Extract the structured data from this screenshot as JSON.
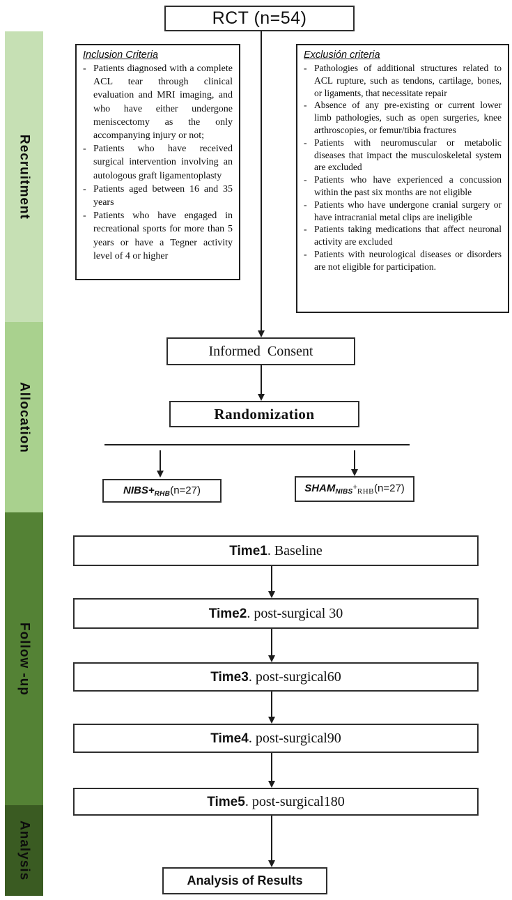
{
  "sidebar": {
    "bands": [
      {
        "label": "Recruitment",
        "color": "#c6e0b4"
      },
      {
        "label": "Allocation",
        "color": "#a9d18e"
      },
      {
        "label": "Follow -up",
        "color": "#548235"
      },
      {
        "label": "Analysis",
        "color": "#3a5b22"
      }
    ]
  },
  "flow": {
    "rct_label": "RCT (n=54)",
    "consent_label": "Informed Consent",
    "randomization_label": "Randomization",
    "arms": {
      "nibs": {
        "main": "NIBS+",
        "sub": "RHB",
        "rest": "(n=27)"
      },
      "sham": {
        "main": "SHAM",
        "sub1": "NIBS",
        "plus": "+",
        "sub2": "RHB",
        "rest": "(n=27)"
      }
    },
    "timepoints": [
      {
        "bold": "Time1",
        "rest": ". Baseline"
      },
      {
        "bold": "Time2",
        "rest": ". post-surgical 30"
      },
      {
        "bold": "Time3",
        "rest": ". post-surgical60"
      },
      {
        "bold": "Time4",
        "rest": ". post-surgical90"
      },
      {
        "bold": "Time5",
        "rest": ". post-surgical180"
      }
    ],
    "analysis_label": "Analysis of Results"
  },
  "criteria": {
    "bullet": "-",
    "inclusion": {
      "title": "Inclusion Criteria",
      "items": [
        "Patients diagnosed with a complete ACL tear through clinical evaluation and MRI imaging, and who have either undergone meniscectomy as the only accompanying injury or not;",
        "Patients who have received surgical intervention involving an autologous graft ligamentoplasty",
        "Patients aged between 16 and 35 years",
        "Patients who have engaged in recreational sports for more than 5 years or have a Tegner activity level of 4 or higher"
      ]
    },
    "exclusion": {
      "title": "Exclusión criteria",
      "items": [
        "Pathologies of additional structures related to ACL rupture, such as tendons, cartilage, bones, or ligaments, that necessitate repair",
        "Absence of any pre-existing or current lower limb pathologies, such as open surgeries, knee arthroscopies, or femur/tibia fractures",
        "Patients with neuromuscular or metabolic diseases that impact the musculoskeletal system are excluded",
        "Patients who have experienced a concussion within the past six months are not eligible",
        "Patients who have undergone cranial surgery or have intracranial metal clips are ineligible",
        "Patients taking medications that affect neuronal activity are excluded",
        "Patients with neurological diseases or disorders are not eligible  for participation."
      ]
    }
  }
}
